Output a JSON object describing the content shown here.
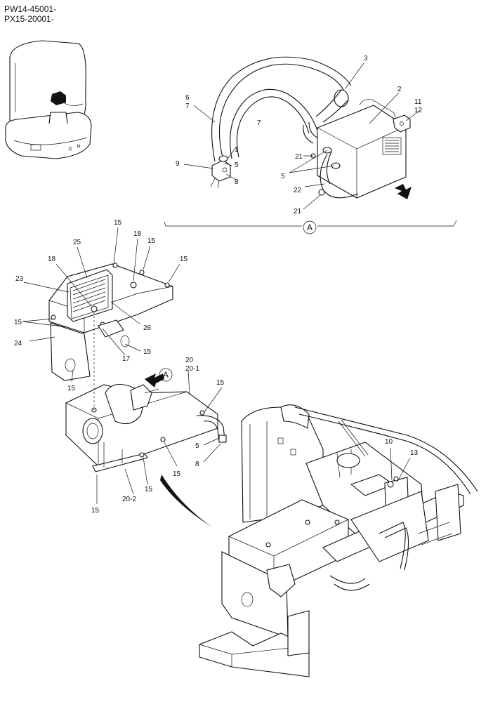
{
  "header": {
    "serial_line_1": "PW14-45001-",
    "serial_line_2": "PX15-20001-"
  },
  "detail_marker": "A",
  "callouts": [
    {
      "id": "c3",
      "text": "3"
    },
    {
      "id": "c2",
      "text": "2"
    },
    {
      "id": "c6",
      "text": "6"
    },
    {
      "id": "c7a",
      "text": "7"
    },
    {
      "id": "c7b",
      "text": "7"
    },
    {
      "id": "c11",
      "text": "11"
    },
    {
      "id": "c12",
      "text": "12"
    },
    {
      "id": "c1",
      "text": "1"
    },
    {
      "id": "c21a",
      "text": "21"
    },
    {
      "id": "c9",
      "text": "9"
    },
    {
      "id": "c5a",
      "text": "5"
    },
    {
      "id": "c8a",
      "text": "8"
    },
    {
      "id": "c5b",
      "text": "5"
    },
    {
      "id": "c22",
      "text": "22"
    },
    {
      "id": "c21b",
      "text": "21"
    },
    {
      "id": "c15a",
      "text": "15"
    },
    {
      "id": "c18a",
      "text": "18"
    },
    {
      "id": "c15b",
      "text": "15"
    },
    {
      "id": "c25",
      "text": "25"
    },
    {
      "id": "c15c",
      "text": "15"
    },
    {
      "id": "c18b",
      "text": "18"
    },
    {
      "id": "c23",
      "text": "23"
    },
    {
      "id": "c26",
      "text": "26"
    },
    {
      "id": "c15d",
      "text": "15"
    },
    {
      "id": "c24",
      "text": "24"
    },
    {
      "id": "c15e",
      "text": "15"
    },
    {
      "id": "c17",
      "text": "17"
    },
    {
      "id": "c15f",
      "text": "15"
    },
    {
      "id": "c20",
      "text": "20"
    },
    {
      "id": "c20_1",
      "text": "20-1"
    },
    {
      "id": "c15g",
      "text": "15"
    },
    {
      "id": "c5c",
      "text": "5"
    },
    {
      "id": "c8b",
      "text": "8"
    },
    {
      "id": "c15h",
      "text": "15"
    },
    {
      "id": "c15i",
      "text": "15"
    },
    {
      "id": "c20_2",
      "text": "20-2"
    },
    {
      "id": "c15j",
      "text": "15"
    },
    {
      "id": "c10",
      "text": "10"
    },
    {
      "id": "c13",
      "text": "13"
    }
  ]
}
